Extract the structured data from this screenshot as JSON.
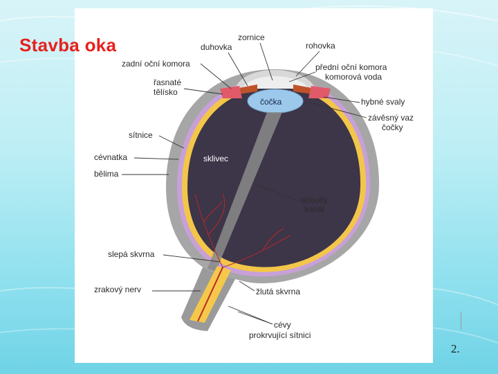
{
  "slide": {
    "title": "Stavba oka",
    "page_number": "2."
  },
  "diagram": {
    "labels": {
      "zornice": "zornice",
      "duhovka": "duhovka",
      "rohovka": "rohovka",
      "zadni_komora": "zadní oční komora",
      "predni_komora_1": "přední oční komora",
      "predni_komora_2": "komorová voda",
      "rasnate_1": "řasnaté",
      "rasnate_2": "tělísko",
      "cocka": "čočka",
      "hybne_svaly": "hybné svaly",
      "zavesny_1": "závěsný vaz",
      "zavesny_2": "čočky",
      "sitnice": "sítnice",
      "cevnatka": "cévnatka",
      "sklivec": "sklivec",
      "belima": "bělima",
      "sklovity_1": "sklovitý",
      "sklovity_2": "kanál",
      "slepa_skvrna": "slepá skvrna",
      "zrakovy_nerv": "zrakový nerv",
      "zluta_skvrna": "žlutá skvrna",
      "cevy_1": "cévy",
      "cevy_2": "prokrvující sítnici"
    }
  }
}
